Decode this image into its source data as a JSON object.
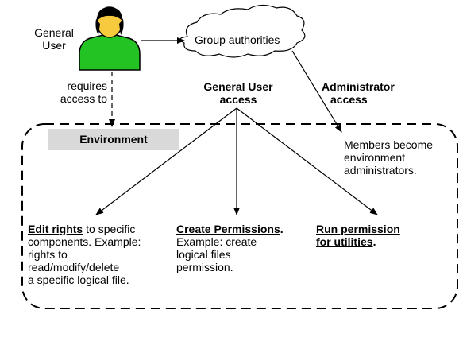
{
  "actor": {
    "label_line1": "General",
    "label_line2": "User",
    "icon": "user-icon"
  },
  "group_authorities": {
    "label": "Group authorities",
    "shape": "cloud"
  },
  "requires_access": {
    "line1": "requires",
    "line2": "access to"
  },
  "general_access": {
    "line1": "General User",
    "line2": "access"
  },
  "admin_access": {
    "line1": "Administrator",
    "line2": "access"
  },
  "environment": {
    "label": "Environment"
  },
  "members": {
    "line1": "Members become",
    "line2": "environment",
    "line3": "administrators."
  },
  "edit_rights": {
    "title": "Edit rights",
    "line1_rest": " to specific",
    "line2": "components. Example:",
    "line3": "rights to",
    "line4": "read/modify/delete",
    "line5": "a specific logical file."
  },
  "create_permissions": {
    "title": "Create Permissions",
    "suffix": ".",
    "line2": "Example: create",
    "line3": "logical files",
    "line4": "permission."
  },
  "run_permission": {
    "title_line1": "Run permission",
    "title_line2": "for utilities",
    "suffix": "."
  },
  "colors": {
    "user_body": "#22c322",
    "user_head": "#f7c93c",
    "hair": "#000000",
    "env_bar": "#d9d9d9"
  }
}
